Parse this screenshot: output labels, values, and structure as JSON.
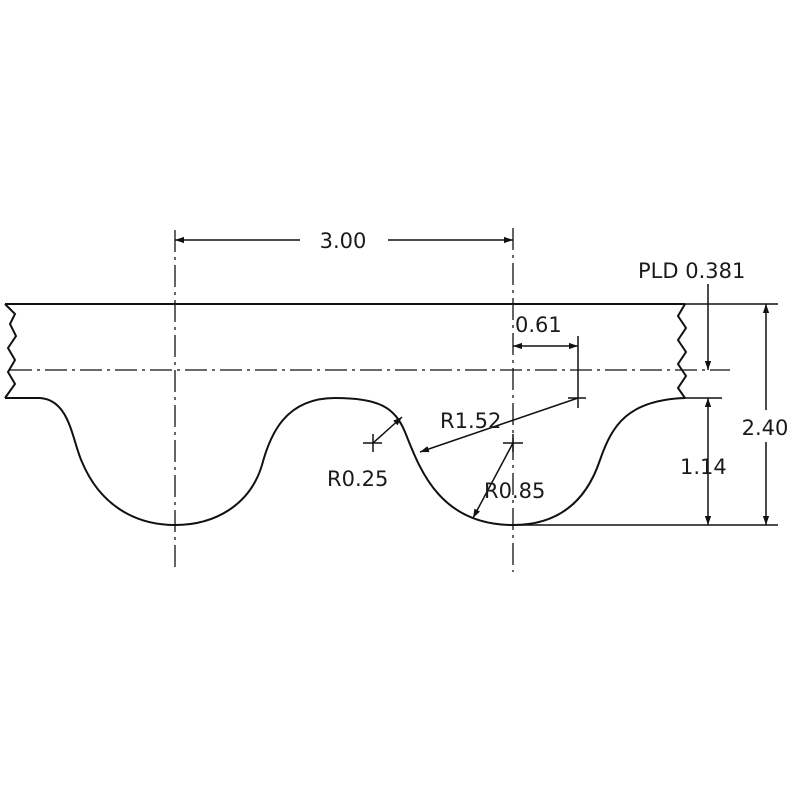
{
  "dimensions": {
    "pitch": "3.00",
    "pld": "PLD 0.381",
    "offset": "0.61",
    "radius_large": "R1.52",
    "radius_small": "R0.25",
    "radius_tooth": "R0.85",
    "tooth_height": "1.14",
    "total_height": "2.40"
  }
}
